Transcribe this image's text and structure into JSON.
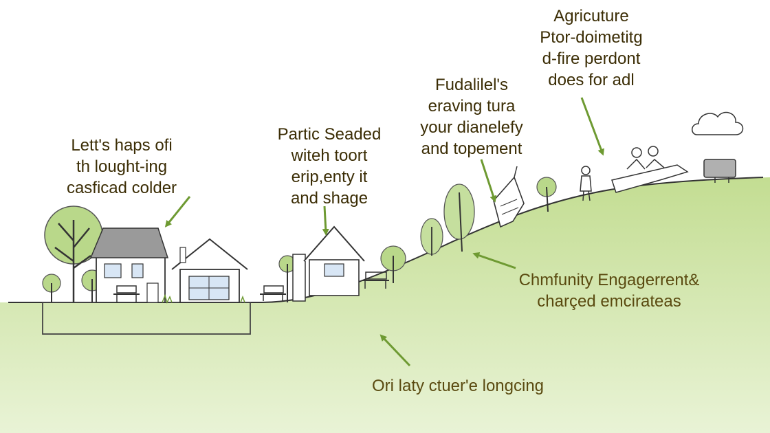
{
  "colors": {
    "ground_fill": "#c9e19a",
    "ground_light": "#e6f1cf",
    "tree_fill": "#b7d88a",
    "ink": "#333333",
    "arrow": "#6e9a32",
    "text_dark": "#3b2d05",
    "text_olive": "#5a4a10"
  },
  "icons": [
    "house-icon",
    "tree-icon",
    "bench-icon",
    "windmill-icon",
    "person-icon",
    "cloud-icon",
    "truck-icon",
    "boat-icon"
  ],
  "labels": {
    "left": [
      "Lett's haps ofi",
      "th lought-ing",
      "casficad colder"
    ],
    "middle": [
      "Partic Seaded",
      "witeh toort",
      "erip,enty it",
      "and shage"
    ],
    "upper": [
      "Fudalilel's",
      "eraving tura",
      "your dianelefy",
      "and topement"
    ],
    "top": [
      "Agricuture",
      "Ptor-doimetitg",
      "d-fire perdont",
      "does for adl"
    ],
    "right": [
      "Chmfunity Engagerrent&",
      "charçed emcirateas"
    ],
    "bottom": [
      "Ori laty ctuer'e longcing"
    ]
  }
}
